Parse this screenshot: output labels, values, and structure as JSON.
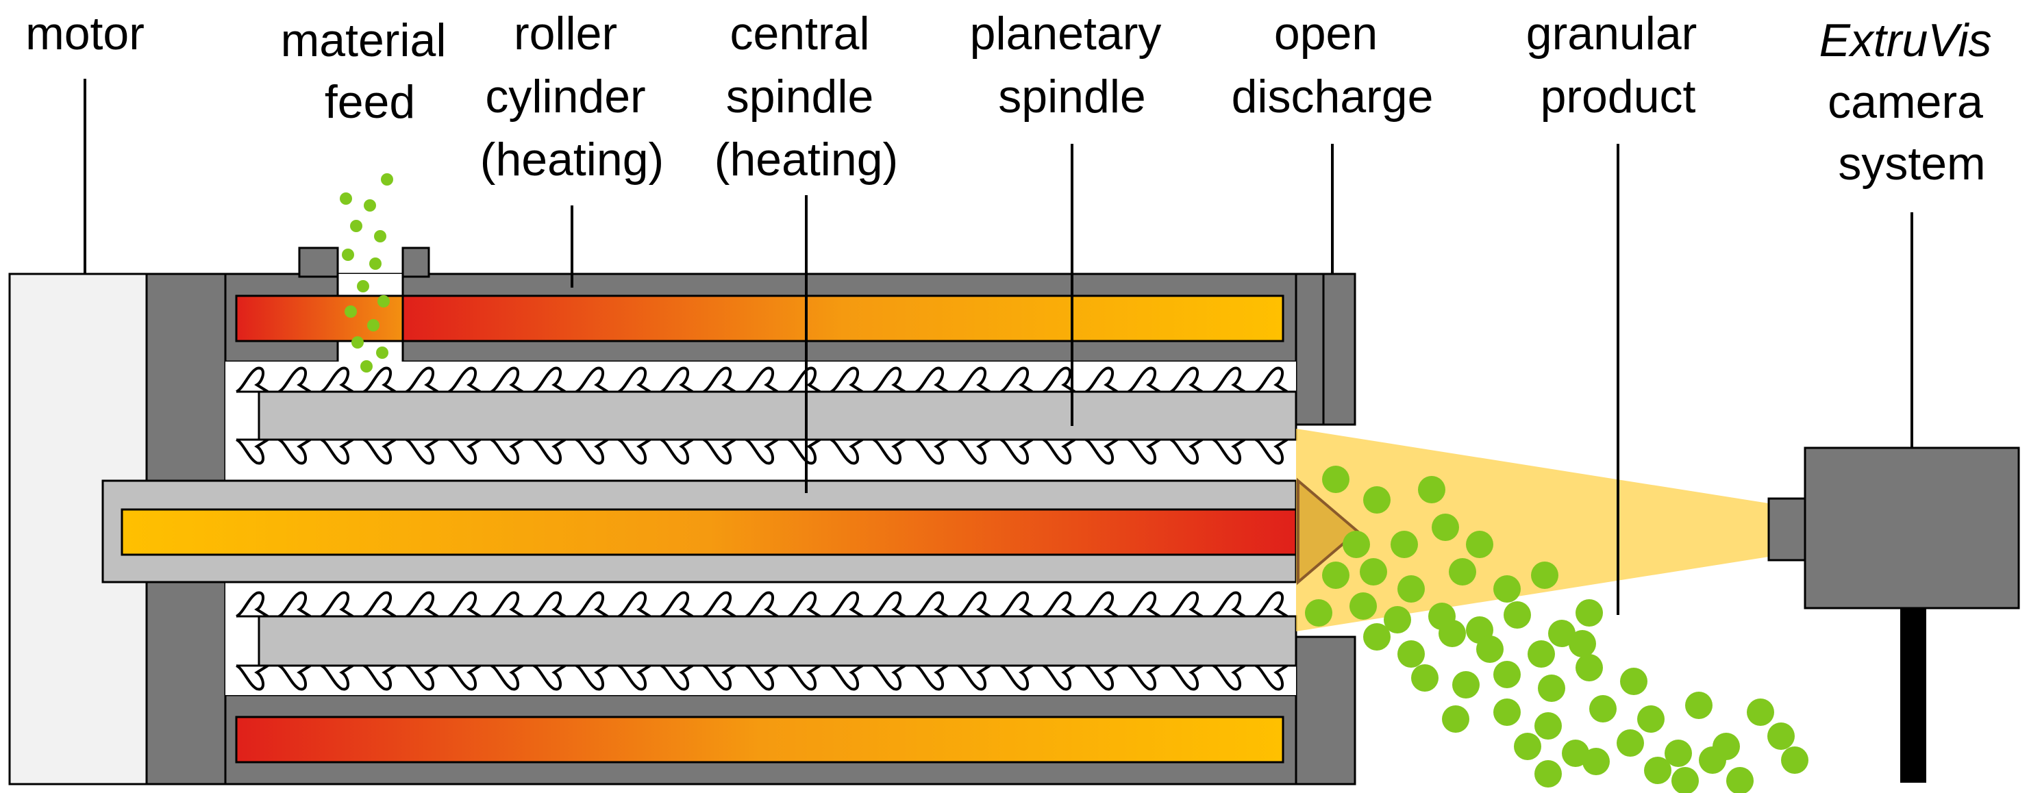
{
  "labels": {
    "motor": [
      "motor"
    ],
    "material_feed": [
      "material",
      "feed"
    ],
    "roller_cylinder": [
      "roller",
      "cylinder",
      "(heating)"
    ],
    "central_spindle": [
      "central",
      "spindle",
      "(heating)"
    ],
    "planetary_spindle": [
      "planetary",
      "spindle"
    ],
    "open_discharge": [
      "open",
      "discharge"
    ],
    "granular_product": [
      "granular",
      "product"
    ],
    "camera_system": {
      "italic": "ExtruVis",
      "line2": "camera",
      "line3": "system"
    }
  },
  "colors": {
    "steel_dark": "#787878",
    "steel_light": "#c0c0c0",
    "motor_fill": "#f2f2f2",
    "heat_hot": "#e0201a",
    "heat_mid": "#f59a10",
    "heat_warm": "#ffc000",
    "granule": "#80c81e",
    "camera_cone": "#ffd24a",
    "outline": "#000000"
  },
  "icons": {
    "camera": "camera-icon",
    "granules": "granule-dot"
  }
}
